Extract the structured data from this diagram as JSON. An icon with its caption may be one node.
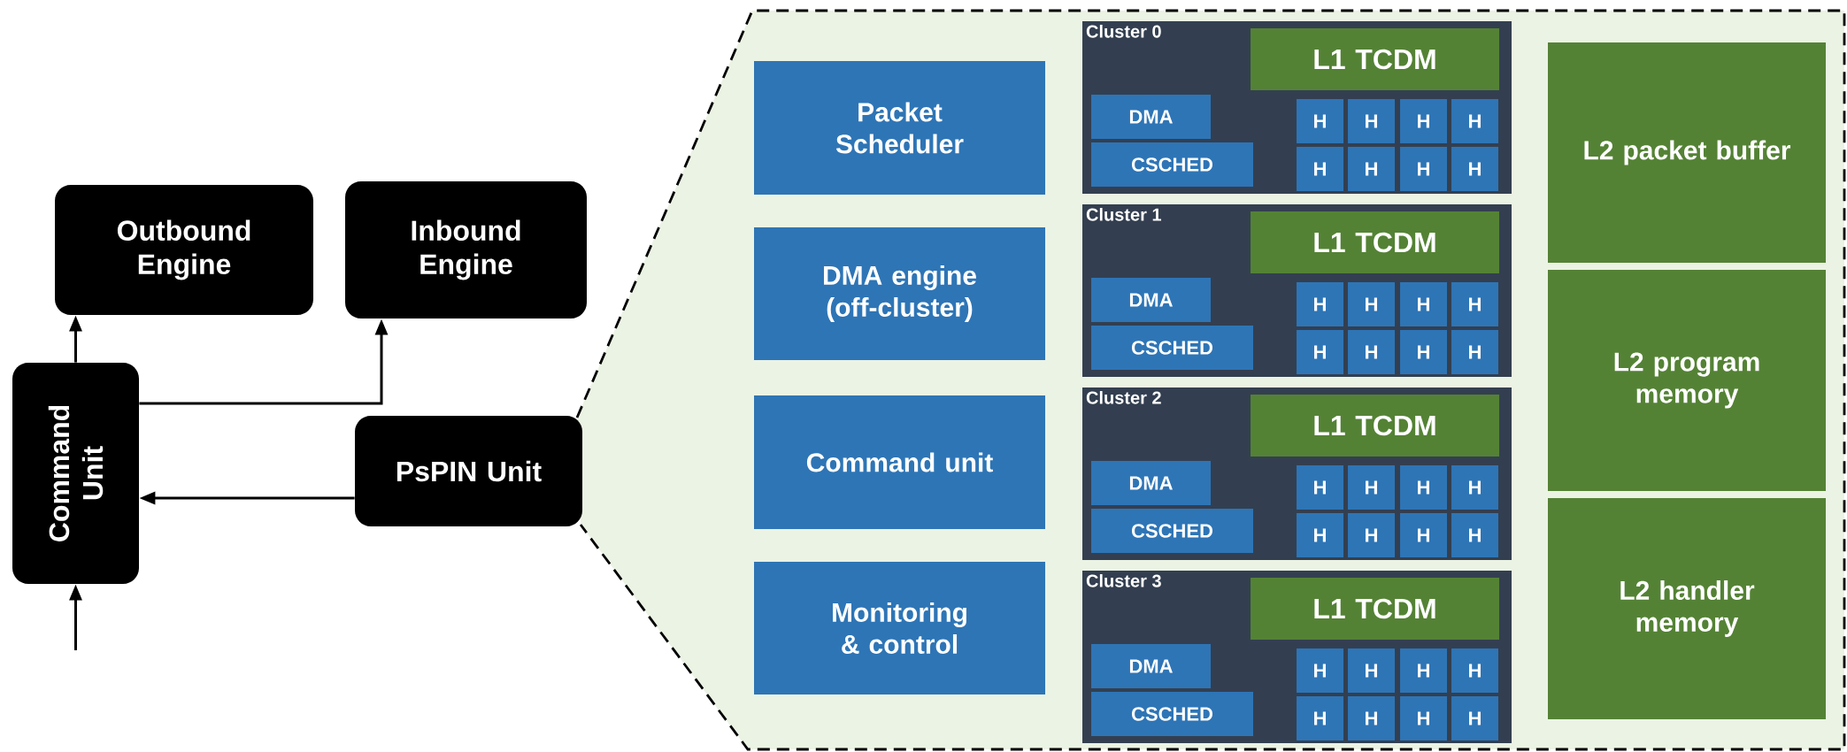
{
  "diagram": {
    "nodes": [
      {
        "text": [
          "Outbound Engine"
        ]
      },
      {
        "text": [
          "Inbound Engine"
        ]
      },
      {
        "text": [
          "Command Unit"
        ]
      },
      {
        "text": [
          "PsPIN Unit"
        ]
      },
      {
        "text": [
          "Packet Scheduler"
        ]
      },
      {
        "text": [
          "DMA engine (off-cluster)"
        ]
      },
      {
        "text": [
          "Command unit"
        ]
      },
      {
        "text": [
          "Monitoring & control"
        ]
      },
      {
        "text": [
          "Cluster 0"
        ]
      },
      {
        "text": [
          "L1 TCDM"
        ],
        "in": 8
      },
      {
        "text": [
          "DMA"
        ],
        "in": 8
      },
      {
        "text": [
          "CSCHED"
        ],
        "in": 8
      },
      {
        "text": [
          "H"
        ],
        "in": 8
      },
      {
        "text": [
          "H"
        ],
        "in": 8
      },
      {
        "text": [
          "H"
        ],
        "in": 8
      },
      {
        "text": [
          "H"
        ],
        "in": 8
      },
      {
        "text": [
          "H"
        ],
        "in": 8
      },
      {
        "text": [
          "H"
        ],
        "in": 8
      },
      {
        "text": [
          "H"
        ],
        "in": 8
      },
      {
        "text": [
          "H"
        ],
        "in": 8
      },
      {
        "text": [
          "Cluster 1"
        ]
      },
      {
        "text": [
          "L1 TCDM"
        ],
        "in": 20
      },
      {
        "text": [
          "DMA"
        ],
        "in": 20
      },
      {
        "text": [
          "CSCHED"
        ],
        "in": 20
      },
      {
        "text": [
          "H"
        ],
        "in": 20
      },
      {
        "text": [
          "H"
        ],
        "in": 20
      },
      {
        "text": [
          "H"
        ],
        "in": 20
      },
      {
        "text": [
          "H"
        ],
        "in": 20
      },
      {
        "text": [
          "H"
        ],
        "in": 20
      },
      {
        "text": [
          "H"
        ],
        "in": 20
      },
      {
        "text": [
          "H"
        ],
        "in": 20
      },
      {
        "text": [
          "H"
        ],
        "in": 20
      },
      {
        "text": [
          "Cluster 2"
        ]
      },
      {
        "text": [
          "L1 TCDM"
        ],
        "in": 32
      },
      {
        "text": [
          "DMA"
        ],
        "in": 32
      },
      {
        "text": [
          "CSCHED"
        ],
        "in": 32
      },
      {
        "text": [
          "H"
        ],
        "in": 32
      },
      {
        "text": [
          "H"
        ],
        "in": 32
      },
      {
        "text": [
          "H"
        ],
        "in": 32
      },
      {
        "text": [
          "H"
        ],
        "in": 32
      },
      {
        "text": [
          "H"
        ],
        "in": 32
      },
      {
        "text": [
          "H"
        ],
        "in": 32
      },
      {
        "text": [
          "H"
        ],
        "in": 32
      },
      {
        "text": [
          "H"
        ],
        "in": 32
      },
      {
        "text": [
          "Cluster 3"
        ]
      },
      {
        "text": [
          "L1 TCDM"
        ],
        "in": 44
      },
      {
        "text": [
          "DMA"
        ],
        "in": 44
      },
      {
        "text": [
          "CSCHED"
        ],
        "in": 44
      },
      {
        "text": [
          "H"
        ],
        "in": 44
      },
      {
        "text": [
          "H"
        ],
        "in": 44
      },
      {
        "text": [
          "H"
        ],
        "in": 44
      },
      {
        "text": [
          "H"
        ],
        "in": 44
      },
      {
        "text": [
          "H"
        ],
        "in": 44
      },
      {
        "text": [
          "H"
        ],
        "in": 44
      },
      {
        "text": [
          "H"
        ],
        "in": 44
      },
      {
        "text": [
          "H"
        ],
        "in": 44
      },
      {
        "text": [
          "L2 packet buffer"
        ]
      },
      {
        "text": [
          "L2 program memory"
        ]
      },
      {
        "text": [
          "L2 handler memory"
        ]
      }
    ],
    "edges": [
      {
        "from": 2,
        "to": 0,
        "arrow": "to"
      },
      {
        "from": 2,
        "to": 1,
        "arrow": "to"
      },
      {
        "from": 3,
        "to": 2,
        "arrow": "to"
      },
      {
        "from": null,
        "to": 2,
        "arrow": "to"
      }
    ]
  }
}
